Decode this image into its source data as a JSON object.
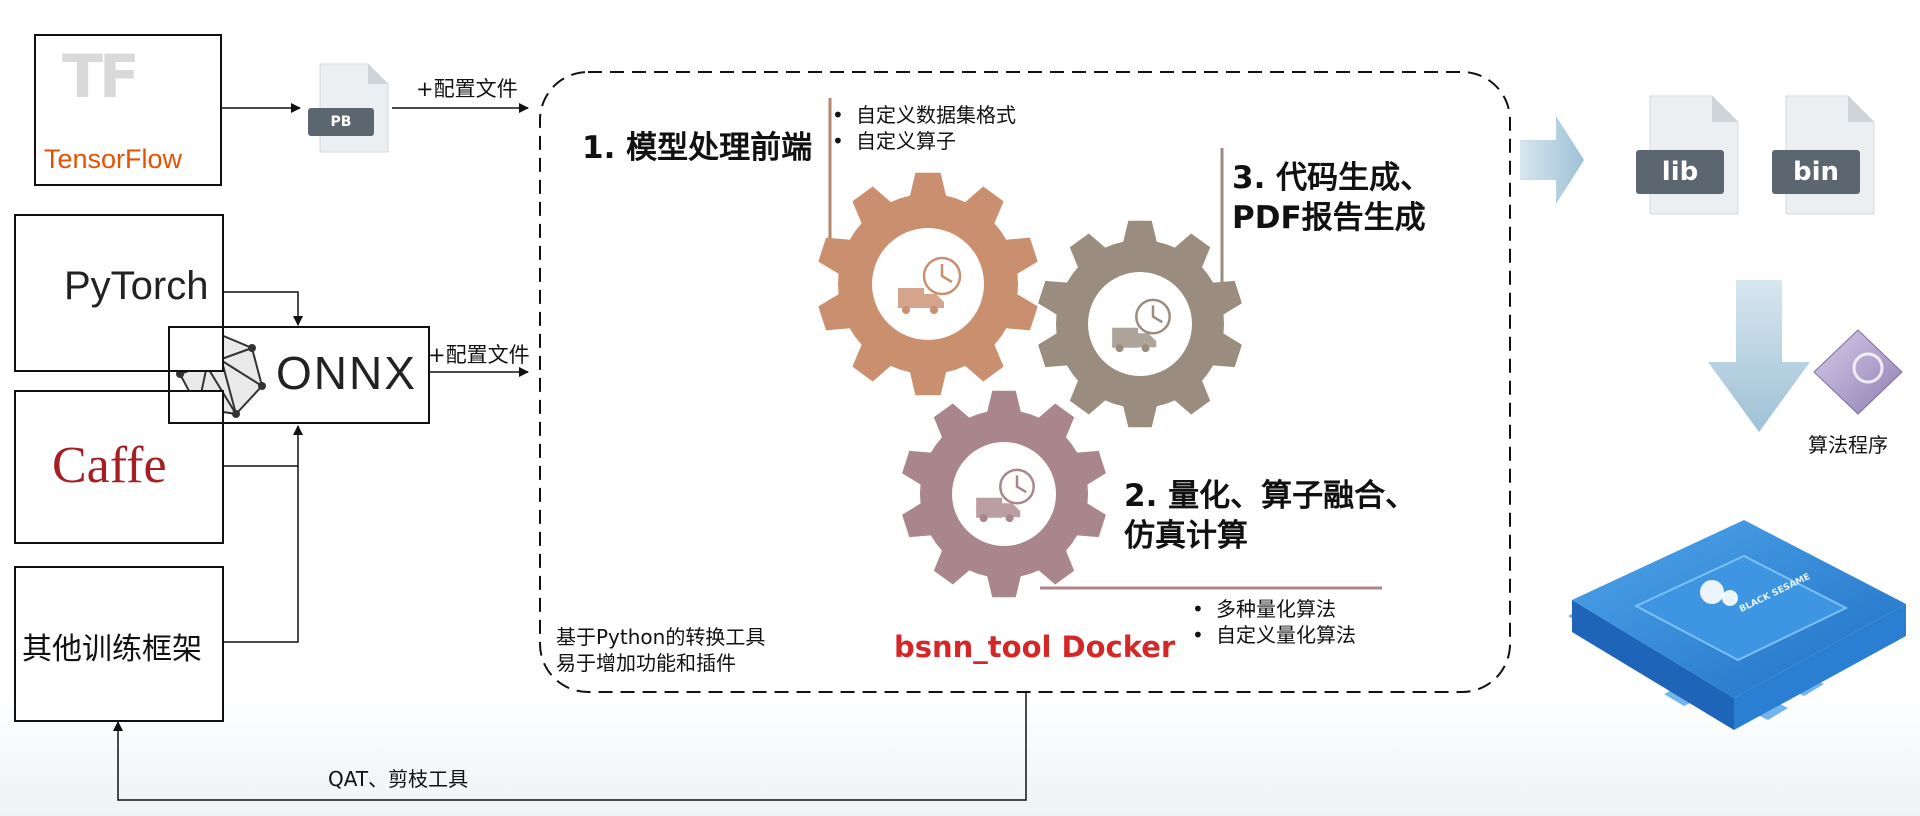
{
  "frameworks": {
    "tensorflow": "TensorFlow",
    "tensorflow_logo_letters": "TF",
    "pytorch": "PyTorch",
    "onnx": "ONNX",
    "caffe": "Caffe",
    "other": "其他训练框架"
  },
  "pb_file": "PB",
  "config_label_1": "+配置文件",
  "config_label_2": "+配置文件",
  "stages": {
    "stage1": {
      "title": "1. 模型处理前端",
      "bullets": [
        "自定义数据集格式",
        "自定义算子"
      ]
    },
    "stage3": {
      "title_line1": "3. 代码生成、",
      "title_line2": "PDF报告生成"
    },
    "stage2": {
      "title_line1": "2. 量化、算子融合、",
      "title_line2": "仿真计算",
      "bullets": [
        "多种量化算法",
        "自定义量化算法"
      ]
    }
  },
  "tool_note": {
    "line1": "基于Python的转换工具",
    "line2": "易于增加功能和插件"
  },
  "docker_label": "bsnn_tool Docker",
  "outputs": {
    "lib": "lib",
    "bin": "bin",
    "algorithm": "算法程序"
  },
  "chip_logo_text": "BLACK SESAME",
  "feedback_label": "QAT、剪枝工具",
  "colors": {
    "gear1": "#c98f6f",
    "gear2": "#9a8d80",
    "gear3": "#a9868b",
    "docker_red": "#d42828",
    "arrow_blue": "#a9c7da",
    "chip_blue": "#2f88d8"
  }
}
